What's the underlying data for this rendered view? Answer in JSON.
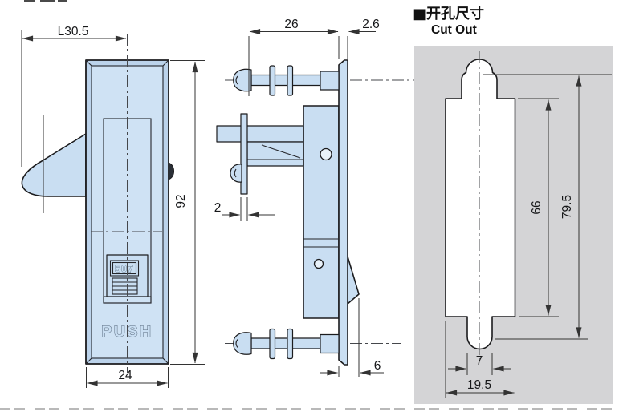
{
  "header": {
    "title_zh": "■开孔尺寸",
    "title_en": "Cut Out"
  },
  "front_view": {
    "dim_latch_to_center": "L30.5",
    "dim_height": "92",
    "dim_width": "24",
    "model_number": "507",
    "button_label": "PUSH"
  },
  "side_view": {
    "dim_body_depth": "26",
    "dim_flange_thickness": "2.6",
    "dim_slide_thickness": "2",
    "dim_hook_protrusion": "6"
  },
  "cutout_view": {
    "dim_inner_height": "66",
    "dim_overall_height": "79.5",
    "dim_notch_width": "7",
    "dim_width": "19.5"
  },
  "colors": {
    "part_fill": "#c9def2",
    "part_bevel_fill": "#bcd3eb",
    "outline": "#1c1c1e",
    "panel_gray": "#d4d4d6",
    "dimension_line": "#333333",
    "engraved_text": "#56687c"
  }
}
